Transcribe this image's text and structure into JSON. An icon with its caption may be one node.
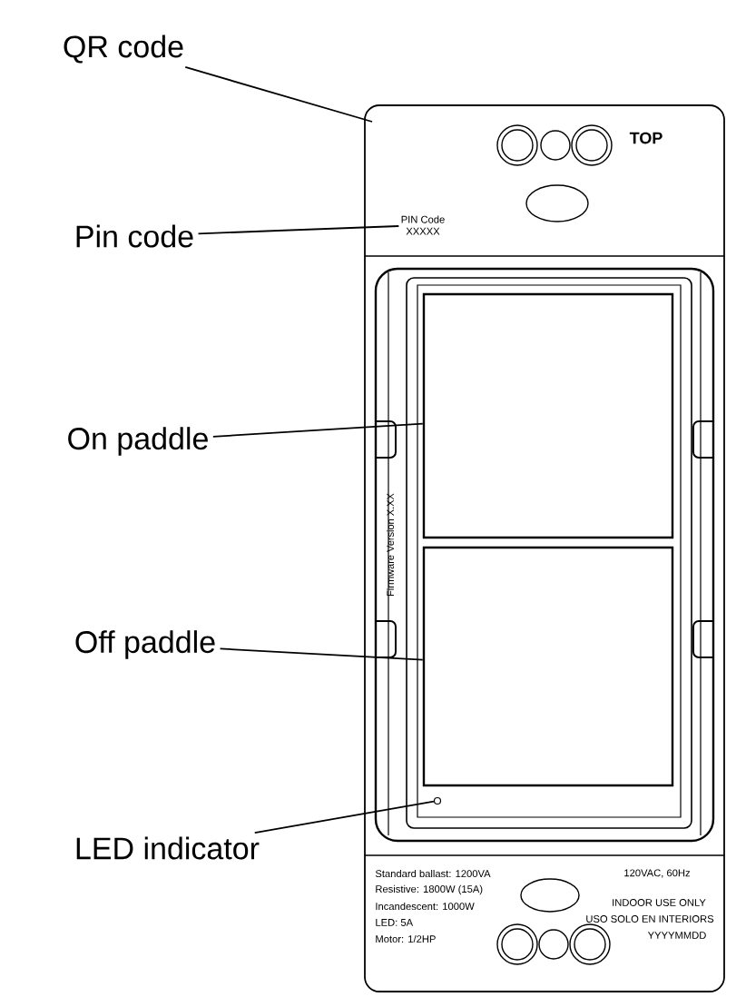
{
  "diagram": {
    "nodes": [
      {
        "text": [
          "QR code"
        ]
      },
      {
        "text": [
          "Pin code"
        ]
      },
      {
        "text": [
          "On paddle"
        ]
      },
      {
        "text": [
          "Off paddle"
        ]
      },
      {
        "text": [
          "LED indicator"
        ]
      },
      {
        "text": [],
        "shape": "box"
      },
      {
        "text": [],
        "shape": "box"
      },
      {
        "text": [],
        "shape": "circle"
      },
      {
        "text": [
          "PIN Code",
          "XXXXX"
        ]
      }
    ],
    "edges": [
      {
        "from": 0,
        "to": null,
        "arrow": "none"
      },
      {
        "from": 1,
        "to": 8,
        "arrow": "none"
      },
      {
        "from": 2,
        "to": 5,
        "arrow": "none"
      },
      {
        "from": 3,
        "to": 6,
        "arrow": "none"
      },
      {
        "from": 4,
        "to": 7,
        "arrow": "none"
      }
    ],
    "labels": [
      "TOP",
      "Firmware Version X.XX",
      "Standard ballast: 1200VA",
      "Resistive: 1800W (15A)",
      "Incandescent: 1000W",
      "LED: 5A",
      "Motor: 1/2HP",
      "120VAC, 60Hz",
      "INDOOR USE ONLY",
      "USO SOLO EN INTERIORS",
      "YYYYMMDD"
    ]
  }
}
